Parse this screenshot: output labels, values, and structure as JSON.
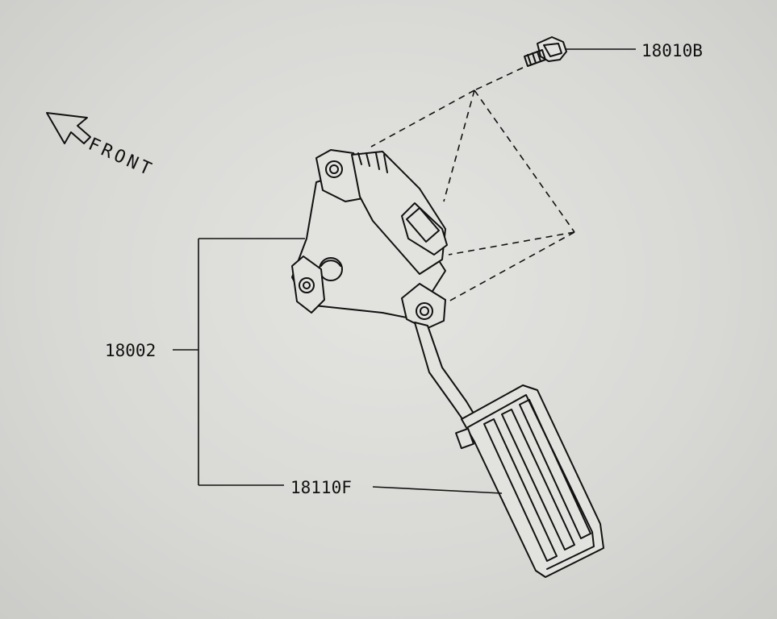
{
  "labels": {
    "bolt": "18010B",
    "pedal_assembly": "18002",
    "pedal_pad": "18110F"
  },
  "direction_indicator": {
    "text": "FRONT",
    "icon": "front-arrow-icon"
  },
  "colors": {
    "paper": "#e2e2df",
    "ink": "#111111"
  }
}
